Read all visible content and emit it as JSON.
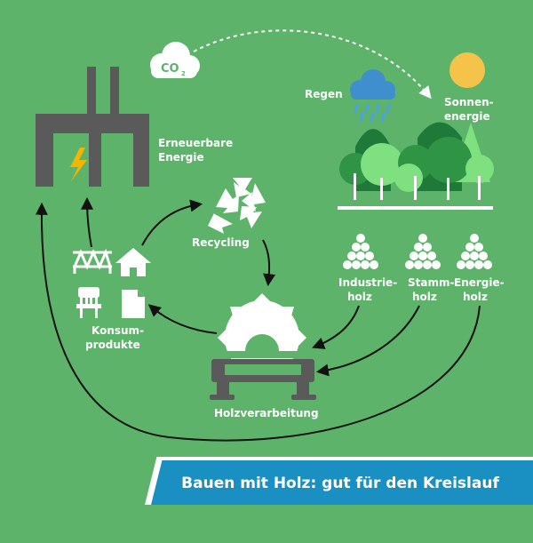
{
  "labels": {
    "co2": "CO",
    "co2_sub": "2",
    "rain": "Regen",
    "sun_line1": "Sonnen-",
    "sun_line2": "energie",
    "energy_line1": "Erneuerbare",
    "energy_line2": "Energie",
    "recycling": "Recycling",
    "industrie_line1": "Industrie-",
    "industrie_line2": "holz",
    "stamm_line1": "Stamm-",
    "stamm_line2": "holz",
    "energieholz_line1": "Energie-",
    "energieholz_line2": "holz",
    "konsum_line1": "Konsum-",
    "konsum_line2": "produkte",
    "holzverarbeitung": "Holzverarbeitung"
  },
  "banner": {
    "title": "Bauen mit Holz: gut für den Kreislauf"
  },
  "colors": {
    "background": "#5db36a",
    "dark_gray": "#5a5a5a",
    "white": "#ffffff",
    "forest_dark": "#1f7a3a",
    "forest_mid": "#2f9444",
    "forest_light": "#7ee07e",
    "sun": "#f5c24a",
    "cloud": "#3f8fcf",
    "rain": "#4aa3e0",
    "bolt": "#f5b400",
    "banner": "#1a8fc2",
    "banner_edge": "#ffffff",
    "arrow": "#111111"
  },
  "icons": [
    "factory-icon",
    "lightning-icon",
    "co2-cloud-icon",
    "rain-cloud-icon",
    "sun-icon",
    "forest-icon",
    "recycling-icon",
    "log-stack-icon",
    "bridge-icon",
    "house-icon",
    "chair-icon",
    "document-icon",
    "saw-blade-icon",
    "workbench-icon"
  ]
}
